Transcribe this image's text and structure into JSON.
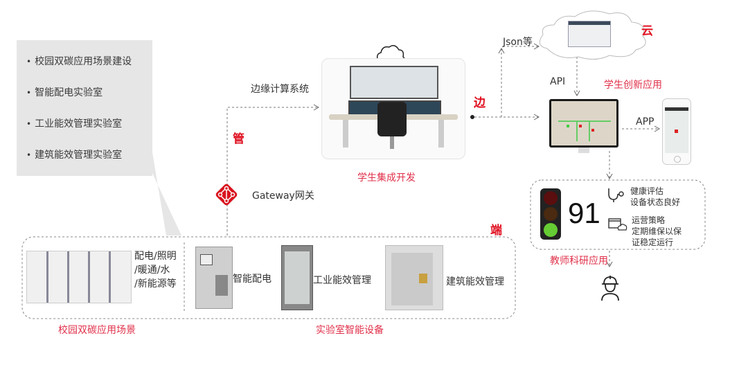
{
  "callout": {
    "items": [
      "校园双碳应用场景建设",
      "智能配电实验室",
      "工业能效管理实验室",
      "建筑能效管理实验室"
    ]
  },
  "layers": {
    "guan": "管",
    "bian": "边",
    "yun": "云",
    "duan": "端"
  },
  "edge": {
    "system_label": "边缘计算系统",
    "caption": "学生集成开发"
  },
  "gateway": {
    "label": "Gateway网关"
  },
  "cloud": {
    "json_label": "Json等",
    "api_label": "API",
    "app_label": "APP",
    "student_app": "学生创新应用"
  },
  "health": {
    "score": "91",
    "health_title": "健康评估",
    "health_status": "设备状态良好",
    "strategy_title": "运营策略",
    "strategy_line1": "定期维保以保",
    "strategy_line2": "证稳定运行",
    "caption": "教师科研应用"
  },
  "devices": {
    "campus_desc": [
      "配电/照明",
      "/暖通/水",
      "/新能源等"
    ],
    "campus_caption": "校园双碳应用场景",
    "smart_power": "智能配电",
    "industrial": "工业能效管理",
    "building": "建筑能效管理",
    "lab_caption": "实验室智能设备"
  },
  "colors": {
    "accent_red": "#e01020",
    "caption_red": "#e0304a"
  }
}
